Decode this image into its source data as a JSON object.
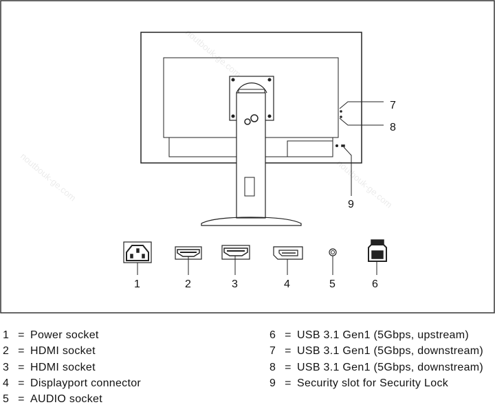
{
  "callouts": [
    "1",
    "2",
    "3",
    "4",
    "5",
    "6",
    "7",
    "8",
    "9"
  ],
  "legend": [
    {
      "num": "1",
      "eq": "=",
      "text": "Power socket"
    },
    {
      "num": "2",
      "eq": "=",
      "text": "HDMI socket"
    },
    {
      "num": "3",
      "eq": "=",
      "text": "HDMI socket"
    },
    {
      "num": "4",
      "eq": "=",
      "text": "Displayport connector"
    },
    {
      "num": "5",
      "eq": "=",
      "text": "AUDIO socket"
    },
    {
      "num": "6",
      "eq": "=",
      "text": "USB 3.1 Gen1 (5Gbps, upstream)"
    },
    {
      "num": "7",
      "eq": "=",
      "text": "USB 3.1 Gen1 (5Gbps, downstream)"
    },
    {
      "num": "8",
      "eq": "=",
      "text": "USB 3.1 Gen1 (5Gbps, downstream)"
    },
    {
      "num": "9",
      "eq": "=",
      "text": "Security slot for Security Lock"
    }
  ],
  "watermark": "noutbouk-ge.com"
}
